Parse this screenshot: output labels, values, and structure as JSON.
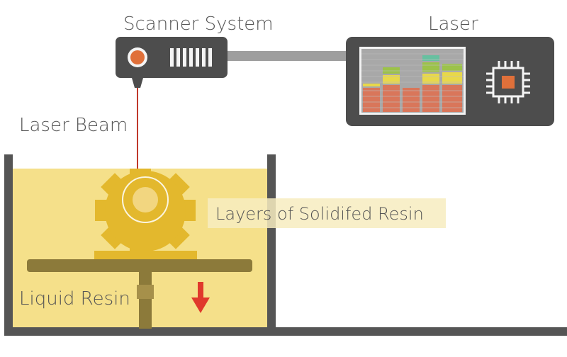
{
  "labels": {
    "scanner_system": "Scanner System",
    "laser": "Laser",
    "laser_beam": "Laser Beam",
    "layers_of_solidified_resin": "Layers of Solidifed Resin",
    "liquid_resin": "Liquid Resin"
  },
  "colors": {
    "device_body": "#4d4d4d",
    "connector": "#9e9e9e",
    "resin": "#f5e08a",
    "vat_wall": "#555555",
    "gear": "#e3b82d",
    "platform": "#8c7a3a",
    "beam": "#c0392b",
    "arrow": "#e0392b",
    "accent_orange": "#e0703a"
  },
  "icons": {
    "scanner_lens": "lens-icon",
    "scanner_vents": "vent-grille-icon",
    "laser_screen": "level-display-icon",
    "laser_chip": "chip-icon",
    "down_arrow": "down-arrow-icon",
    "gear": "gear-icon"
  }
}
